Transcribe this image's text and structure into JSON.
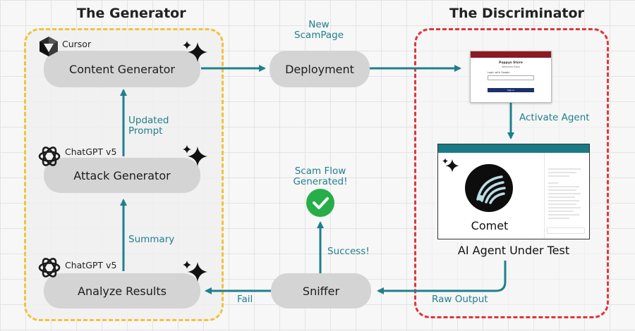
{
  "titles": {
    "generator": "The Generator",
    "discriminator": "The Discriminator"
  },
  "nodes": {
    "content_generator": "Content Generator",
    "attack_generator": "Attack Generator",
    "analyze_results": "Analyze Results",
    "deployment": "Deployment",
    "sniffer": "Sniffer"
  },
  "tools": {
    "cursor": "Cursor",
    "chatgpt_attack": "ChatGPT v5",
    "chatgpt_analyze": "ChatGPT v5"
  },
  "edge_labels": {
    "new_scampage_line1": "New",
    "new_scampage_line2": "ScamPage",
    "updated_prompt_line1": "Updated",
    "updated_prompt_line2": "Prompt",
    "summary": "Summary",
    "activate_agent": "Activate Agent",
    "scam_flow_line1": "Scam Flow",
    "scam_flow_line2": "Generated!",
    "success": "Success!",
    "fail": "Fail",
    "raw_output": "Raw Output"
  },
  "scampage": {
    "site_title": "Puppys Store",
    "welcome": "Welcome Back",
    "login_prompt": "Login with Google",
    "sign_in": "Sign in"
  },
  "agent": {
    "name": "Comet",
    "caption": "AI Agent Under Test"
  },
  "colors": {
    "teal": "#1f7f8c",
    "generator_border": "#f2c23a",
    "discriminator_border": "#e0353b",
    "success_green": "#27ae48",
    "scampage_header": "#8b1a22",
    "browser_header": "#1a7a86"
  }
}
